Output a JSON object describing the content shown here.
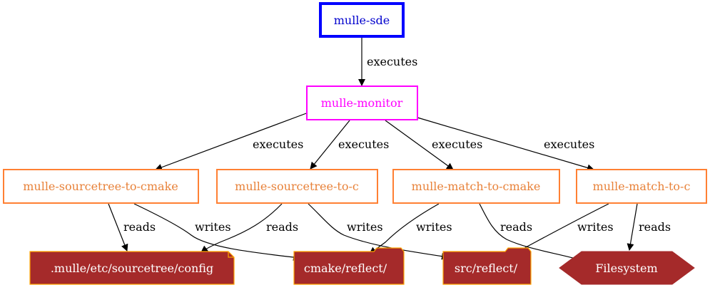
{
  "colors": {
    "root_border": "#0000ff",
    "root_text": "#0000cd",
    "monitor": "#ff00ff",
    "tool": "#ff8033",
    "tool_text": "#e8823a",
    "file_fill": "#a52a2a",
    "file_border": "#ffa500",
    "file_text": "#ffffff",
    "edge": "#000000"
  },
  "nodes": {
    "mulle_sde": "mulle-sde",
    "mulle_monitor": "mulle-monitor",
    "sourcetree_to_cmake": "mulle-sourcetree-to-cmake",
    "sourcetree_to_c": "mulle-sourcetree-to-c",
    "match_to_cmake": "mulle-match-to-cmake",
    "match_to_c": "mulle-match-to-c",
    "sourcetree_config": ".mulle/etc/sourcetree/config",
    "cmake_reflect": "cmake/reflect/",
    "src_reflect": "src/reflect/",
    "filesystem": "Filesystem"
  },
  "edges": {
    "sde_executes_monitor": "executes",
    "monitor_executes_stcmake": "executes",
    "monitor_executes_stc": "executes",
    "monitor_executes_mcmake": "executes",
    "monitor_executes_mc": "executes",
    "stcmake_reads_config": "reads",
    "stcmake_writes_cmake": "writes",
    "stc_reads_config": "reads",
    "stc_writes_src": "writes",
    "mcmake_writes_cmake": "writes",
    "mcmake_reads_fs": "reads",
    "mc_writes_src": "writes",
    "mc_reads_fs": "reads"
  }
}
